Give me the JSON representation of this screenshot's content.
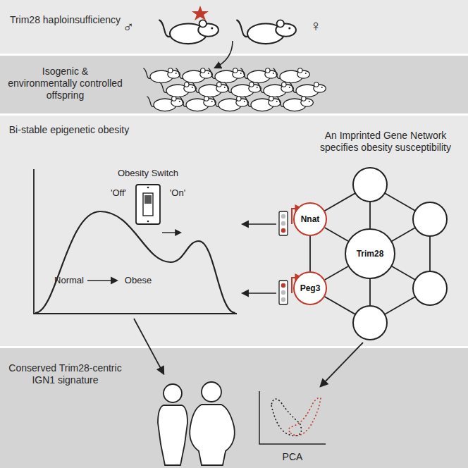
{
  "diagram": {
    "nodes": [
      {
        "text": [
          "Trim28 haploinsufficiency"
        ]
      },
      {
        "text": [
          "Isogenic & environmentally controlled offspring"
        ]
      },
      {
        "text": [
          "Bi-stable epigenetic obesity",
          "An Imprinted Gene Network specifies obesity susceptibility"
        ]
      },
      {
        "text": [
          "Trim28"
        ],
        "in": 2
      },
      {
        "text": [
          "Nnat"
        ],
        "in": 2
      },
      {
        "text": [
          "Peg3"
        ],
        "in": 2
      },
      {
        "text": [
          "Conserved Trim28-centric IGN1 signature"
        ]
      }
    ],
    "edges": [
      {
        "from": 4,
        "to": 3,
        "arrow": "none"
      },
      {
        "from": 5,
        "to": 3,
        "arrow": "none"
      },
      {
        "from": 4,
        "to": 5,
        "arrow": "none"
      }
    ],
    "labels": [
      "♂",
      "♀",
      "Obesity Switch",
      "'Off'",
      "'On'",
      "Normal",
      "Obese",
      "PCA"
    ]
  }
}
